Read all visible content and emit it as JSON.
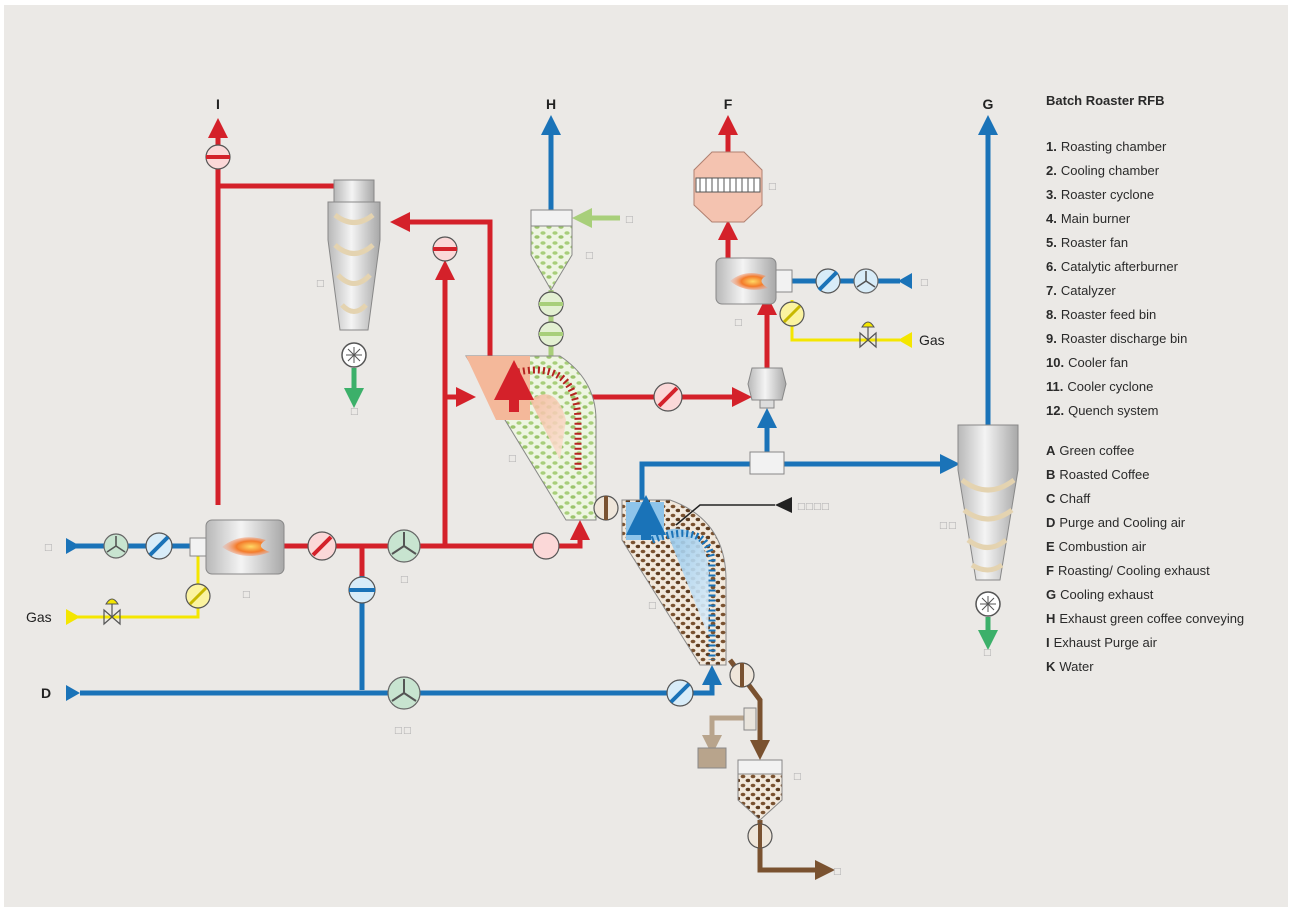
{
  "legend": {
    "title": "Batch Roaster RFB",
    "numbered": [
      {
        "num": "1.",
        "text": "Roasting chamber"
      },
      {
        "num": "2.",
        "text": "Cooling chamber"
      },
      {
        "num": "3.",
        "text": "Roaster cyclone"
      },
      {
        "num": "4.",
        "text": "Main burner"
      },
      {
        "num": "5.",
        "text": "Roaster fan"
      },
      {
        "num": "6.",
        "text": "Catalytic afterburner"
      },
      {
        "num": "7.",
        "text": "Catalyzer"
      },
      {
        "num": "8.",
        "text": "Roaster feed bin"
      },
      {
        "num": "9.",
        "text": "Roaster discharge bin"
      },
      {
        "num": "10.",
        "text": "Cooler fan"
      },
      {
        "num": "11.",
        "text": "Cooler cyclone"
      },
      {
        "num": "12.",
        "text": "Quench system"
      }
    ],
    "lettered": [
      {
        "letter": "A",
        "text": "Green coffee"
      },
      {
        "letter": "B",
        "text": "Roasted Coffee"
      },
      {
        "letter": "C",
        "text": "Chaff"
      },
      {
        "letter": "D",
        "text": "Purge and Cooling air"
      },
      {
        "letter": "E",
        "text": "Combustion air"
      },
      {
        "letter": "F",
        "text": "Roasting/ Cooling exhaust"
      },
      {
        "letter": "G",
        "text": "Cooling exhaust"
      },
      {
        "letter": "H",
        "text": "Exhaust green coffee conveying"
      },
      {
        "letter": "I",
        "text": "Exhaust Purge air"
      },
      {
        "letter": "K",
        "text": "Water"
      }
    ]
  },
  "stream_labels": {
    "I": "I",
    "H": "H",
    "F": "F",
    "G": "G",
    "D": "D"
  },
  "gas_label": "Gas",
  "placeholder_glyph": "□",
  "colors": {
    "hot_air": "#d4212a",
    "cool_air": "#1a73b8",
    "gas": "#f4e600",
    "green_coffee": "#a8cf7a",
    "roasted_coffee": "#7a5230",
    "background": "#ebe9e6"
  }
}
